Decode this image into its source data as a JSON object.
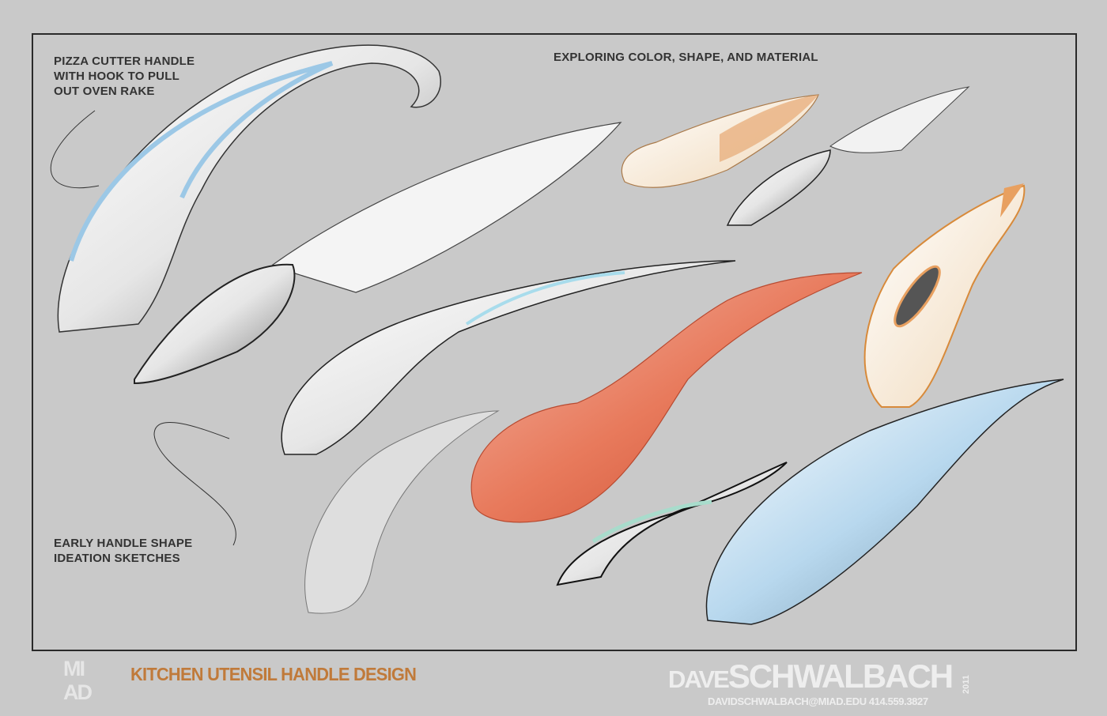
{
  "notes": {
    "pizza_cutter": [
      "PIZZA CUTTER HANDLE",
      "WITH HOOK TO PULL",
      "OUT OVEN RAKE"
    ],
    "exploring": "EXPLORING COLOR, SHAPE, AND MATERIAL",
    "early": [
      "EARLY HANDLE SHAPE",
      "IDEATION SKETCHES"
    ]
  },
  "footer": {
    "logo": [
      "MI",
      "AD"
    ],
    "title": "KITCHEN UTENSIL HANDLE DESIGN",
    "name_first": "DAVE",
    "name_last": "SCHWALBACH",
    "year": "2011",
    "contact": "DAVIDSCHWALBACH@MIAD.EDU 414.559.3827"
  },
  "colors": {
    "background": "#c9c9c9",
    "title_accent": "#c07a3a",
    "frame": "#2a2a2a",
    "sketch_blue": "#a9cde6",
    "sketch_orange": "#e07050",
    "sketch_tan": "#e8a060"
  }
}
